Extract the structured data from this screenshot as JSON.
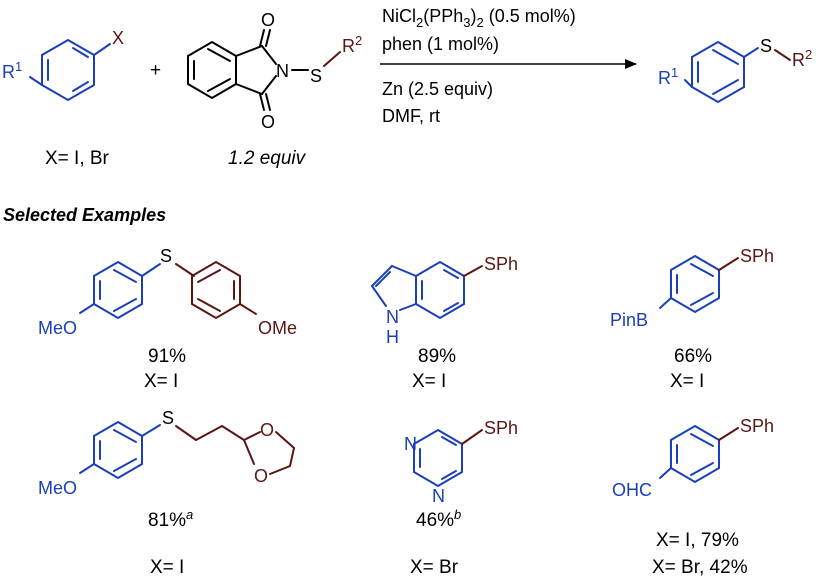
{
  "reaction": {
    "aryl_sub_R": "R",
    "aryl_sub_sup": "1",
    "aryl_X": "X",
    "plus": "+",
    "reagent_O": "O",
    "reagent_N": "N",
    "reagent_S": "S",
    "reagent_R": "R",
    "reagent_sup": "2",
    "conditions": {
      "line1_pre": "NiCl",
      "line1_sub1": "2",
      "line1_mid": "(PPh",
      "line1_sub2": "3",
      "line1_close": ")",
      "line1_sub3": "2",
      "line1_post": " (0.5 mol%)",
      "line2": "phen (1 mol%)",
      "line3": "Zn (2.5 equiv)",
      "line4": "DMF, rt"
    },
    "product_R": "R",
    "product_R_sup": "1",
    "product_S": "S",
    "product_R2": "R",
    "product_R2_sup": "2",
    "x_label": "X= I, Br",
    "equiv_label": "1.2 equiv"
  },
  "section_title": "Selected Examples",
  "examples": [
    {
      "sub_left": "MeO",
      "sub_right": "OMe",
      "S": "S",
      "yield": "91%",
      "yield_note": "",
      "x": "X= I"
    },
    {
      "label_sph": "SPh",
      "N": "N",
      "H": "H",
      "yield": "89%",
      "yield_note": "",
      "x": "X= I"
    },
    {
      "substituent": "PinB",
      "label_sph": "SPh",
      "yield": "66%",
      "yield_note": "",
      "x": "X= I"
    },
    {
      "substituent": "MeO",
      "S": "S",
      "O": "O",
      "yield": "81%",
      "yield_note": "a",
      "x": "X= I"
    },
    {
      "label_sph": "SPh",
      "N": "N",
      "yield": "46%",
      "yield_note": "b",
      "x": "X= Br"
    },
    {
      "substituent": "OHC",
      "label_sph": "SPh",
      "x": "X= I, 79%",
      "x2": "X= Br, 42%"
    }
  ]
}
